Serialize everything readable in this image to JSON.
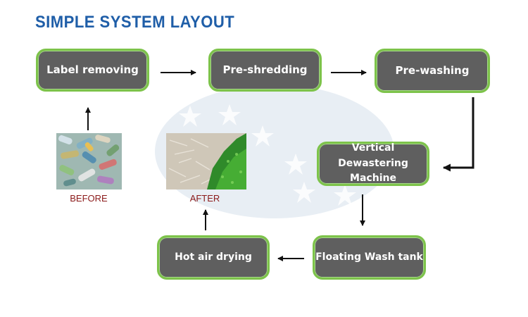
{
  "title": "SIMPLE SYSTEM LAYOUT",
  "steps": {
    "label_removing": "Label removing",
    "pre_shredding": "Pre-shredding",
    "pre_washing": "Pre-washing",
    "vertical_dewatering_line1": "Vertical Dewastering",
    "vertical_dewatering_line2": "Machine",
    "floating_wash_tank": "Floating Wash tank",
    "hot_air_drying": "Hot air drying"
  },
  "photos": {
    "before_label": "BEFORE",
    "after_label": "AFTER"
  },
  "colors": {
    "title": "#1f5ea8",
    "box_fill": "#5f5f5f",
    "box_border": "#7dc34a",
    "photo_label": "#8b1a1a"
  }
}
